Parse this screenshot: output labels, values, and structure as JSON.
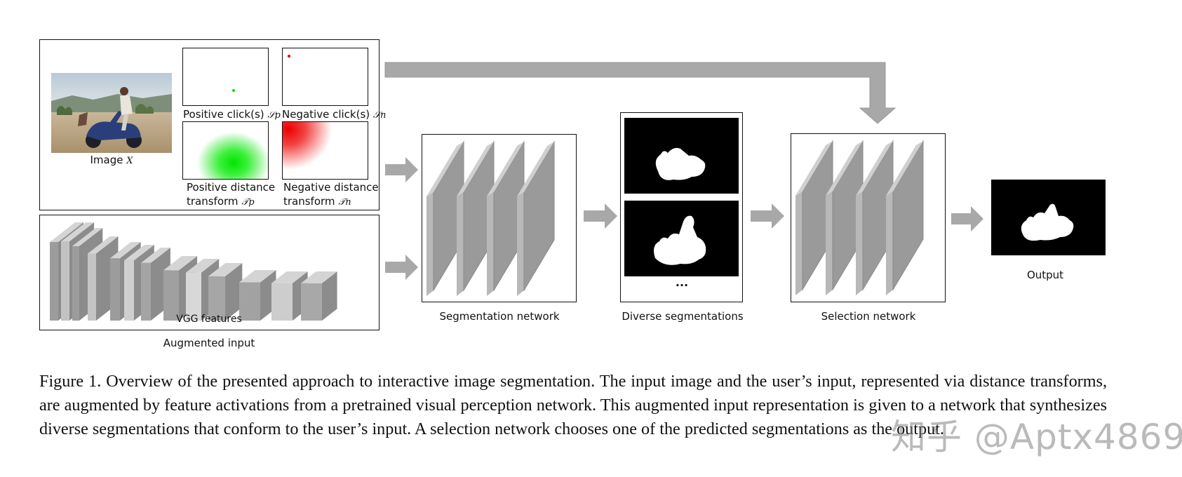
{
  "figure": {
    "labels": {
      "image": "Image",
      "image_sym": "X",
      "positive_click": "Positive click(s)",
      "positive_click_sym": "𝒮p",
      "negative_click": "Negative click(s)",
      "negative_click_sym": "𝒮n",
      "positive_dt_line1": "Positive distance",
      "positive_dt_line2": "transform",
      "positive_dt_sym": "𝒯p",
      "negative_dt_line1": "Negative distance",
      "negative_dt_line2": "transform",
      "negative_dt_sym": "𝒯n",
      "vgg": "VGG features",
      "augmented": "Augmented input",
      "segnet": "Segmentation network",
      "diverse": "Diverse segmentations",
      "ellipsis": "...",
      "selnet": "Selection network",
      "output": "Output"
    },
    "colors": {
      "positive": "#00dd00",
      "negative": "#ee0000",
      "arrow": "#a8a8a8",
      "layer": "#9a9a9a"
    }
  },
  "caption": "Figure 1. Overview of the presented approach to interactive image segmentation. The input image and the user’s input, represented via distance transforms, are augmented by feature activations from a pretrained visual perception network. This augmented input representation is given to a network that synthesizes diverse segmentations that conform to the user’s input. A selection network chooses one of the predicted segmentations as the output.",
  "watermark": "知乎 @Aptx4869"
}
